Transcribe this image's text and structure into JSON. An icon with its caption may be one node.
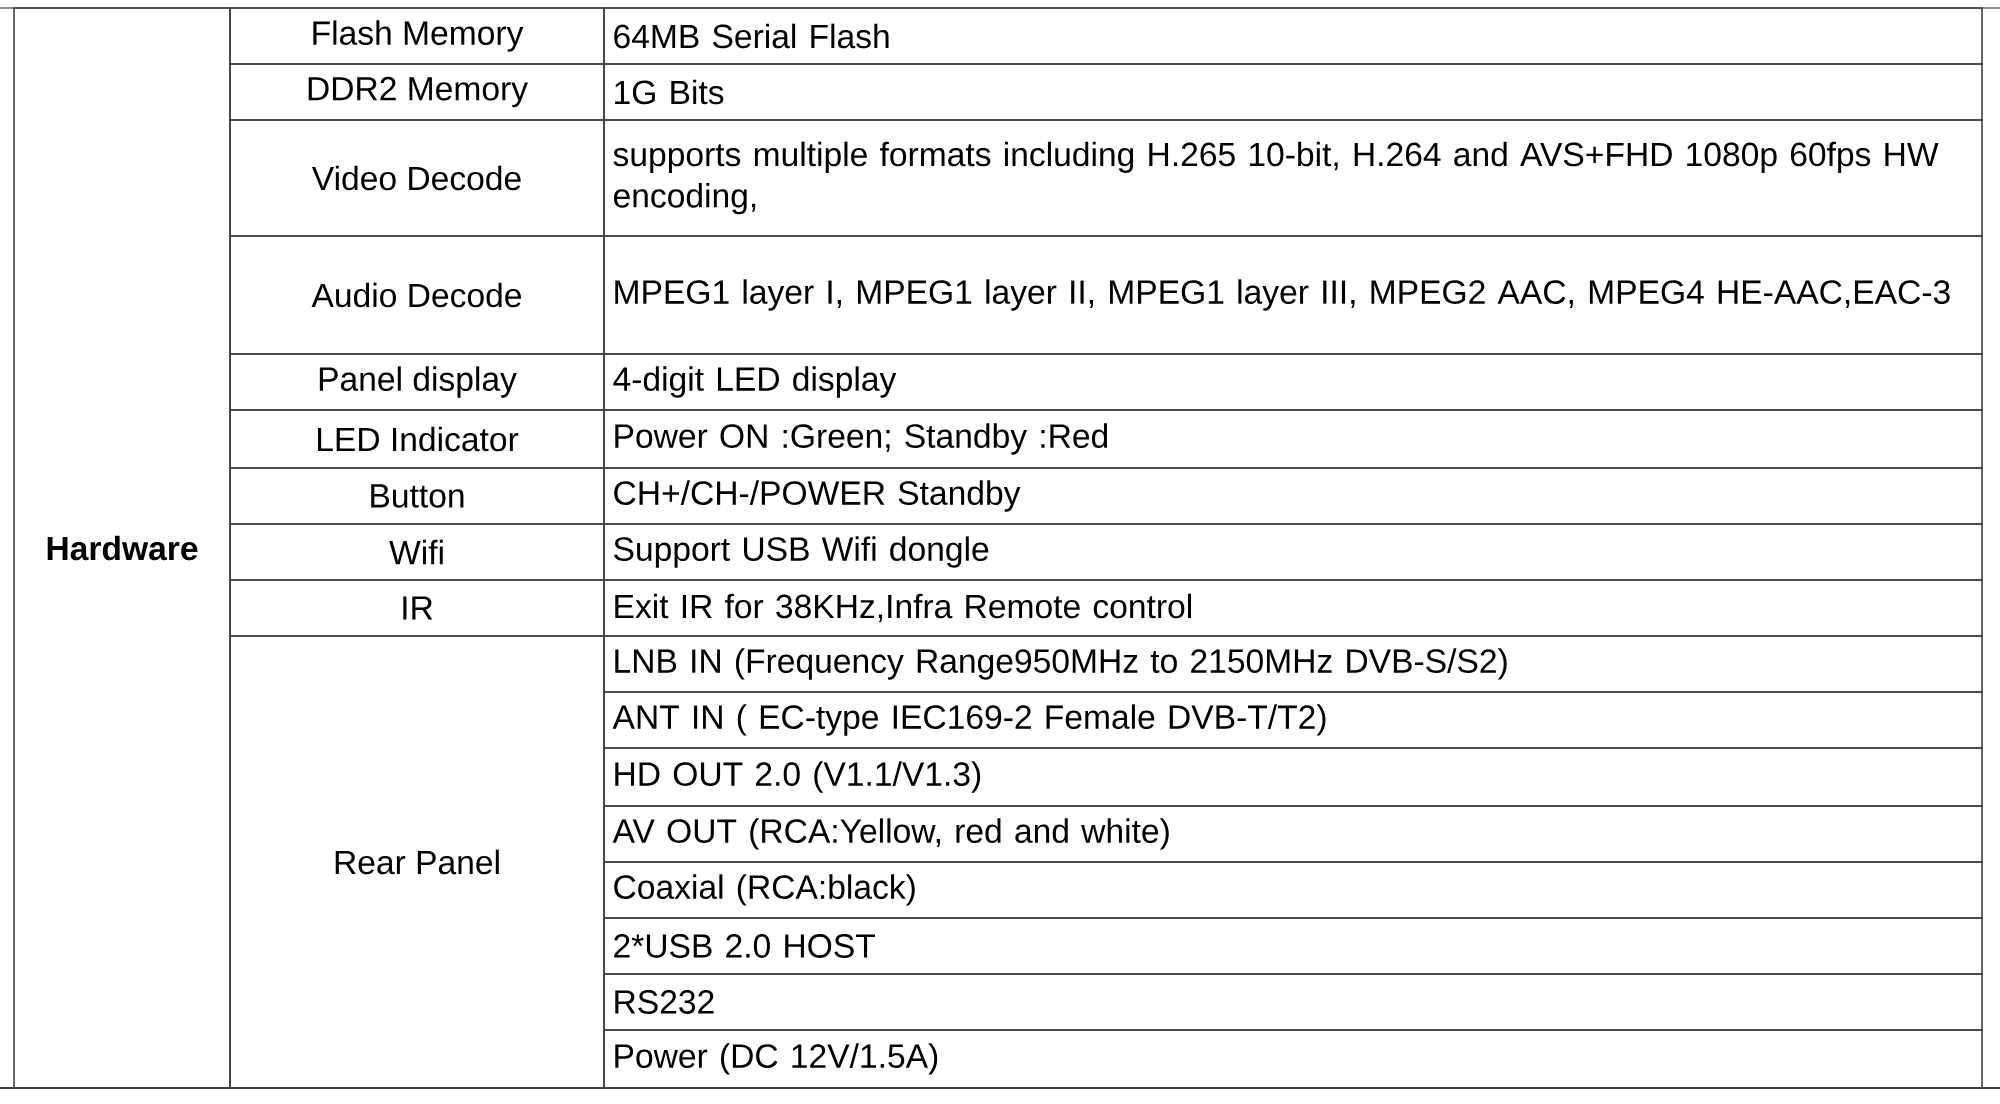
{
  "diagram": {
    "labels": [
      "Hardware",
      "Flash Memory",
      "64MB Serial Flash",
      "DDR2 Memory",
      "1G Bits",
      "Video Decode",
      "supports multiple formats including H.265 10-bit, H.264 and AVS+FHD 1080p 60fps HW encoding,",
      "Audio Decode",
      "MPEG1 layer I, MPEG1 layer II, MPEG1 layer III, MPEG2 AAC, MPEG4 HE-AAC,EAC-3",
      "Panel display",
      "4-digit LED display",
      "LED Indicator",
      "Power ON :Green; Standby :Red",
      "Button",
      "CH+/CH-/POWER Standby",
      "Wifi",
      "Support USB Wifi dongle",
      "IR",
      "Exit IR for 38KHz,Infra Remote control",
      "Rear Panel",
      "LNB IN (Frequency Range950MHz to 2150MHz DVB-S/S2)",
      "ANT IN ( EC-type IEC169-2 Female DVB-T/T2)",
      "HD OUT 2.0 (V1.1/V1.3)",
      "AV OUT (RCA:Yellow, red and white)",
      "Coaxial (RCA:black)",
      "2*USB 2.0 HOST",
      "RS232",
      "Power (DC 12V/1.5A)"
    ]
  }
}
